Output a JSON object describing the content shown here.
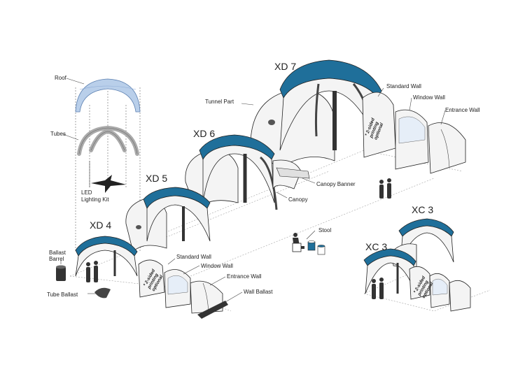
{
  "colors": {
    "canopy_blue": "#1f6f9a",
    "roof_light_blue": "#b9cfea",
    "outline": "#222222",
    "dome_fill": "#f4f4f4",
    "leg_shade": "#9a9a9a"
  },
  "models": {
    "xd4": "XD 4",
    "xd5": "XD 5",
    "xd6": "XD 6",
    "xd7": "XD 7",
    "xc3_back": "XC 3",
    "xc3_front": "XC 3"
  },
  "labels": {
    "roof": "Roof",
    "tubes": "Tubes",
    "led": "LED\nLighting Kit",
    "ballast_barrel": "Ballast\nBarrel",
    "tube_ballast": "Tube Ballast",
    "tunnel_part": "Tunnel Part",
    "canopy": "Canopy",
    "canopy_banner": "Canopy Banner",
    "stool": "Stool",
    "standard_wall_top": "Standard Wall",
    "window_wall_top": "Window Wall",
    "entrance_wall_top": "Entrance Wall",
    "standard_wall_bottom": "Standard Wall",
    "window_wall_bottom": "Window Wall",
    "entrance_wall_bottom": "Entrance Wall",
    "wall_ballast": "Wall Ballast"
  },
  "print_notes": {
    "xd7": "* 2-sided\nprinting\noptional",
    "xd4": "* 2-sided\nprinting\noptional",
    "xc3": "* 2-sided\nprinting\noptional"
  }
}
